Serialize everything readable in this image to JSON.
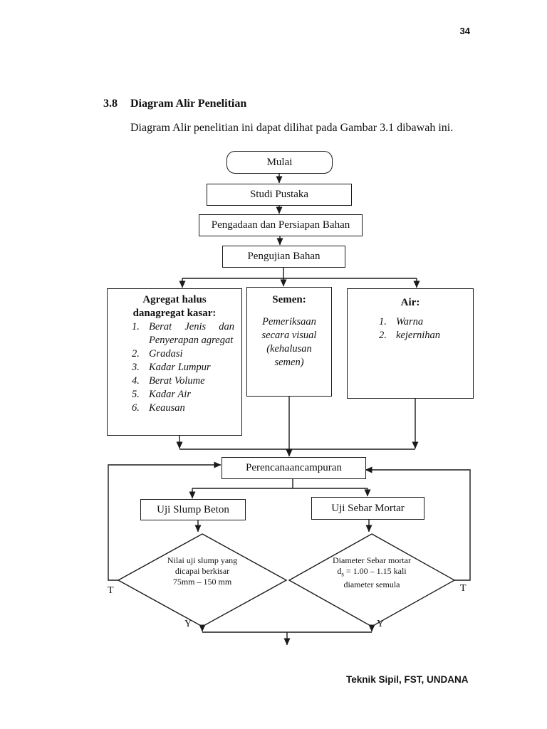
{
  "page": {
    "number": "34",
    "heading": {
      "number": "3.8",
      "title": "Diagram Alir Penelitian"
    },
    "intro": "Diagram Alir penelitian ini dapat dilihat pada Gambar 3.1 dibawah ini.",
    "footer": "Teknik Sipil, FST, UNDANA"
  },
  "colors": {
    "ink": "#111111"
  },
  "flowchart": {
    "nodes": {
      "mulai": "Mulai",
      "studi_pustaka": "Studi Pustaka",
      "pengadaan": "Pengadaan dan Persiapan Bahan",
      "pengujian": "Pengujian Bahan",
      "perencanaan": "Perencanaancampuran",
      "uji_slump": "Uji Slump Beton",
      "uji_sebar": "Uji Sebar Mortar"
    },
    "agregat": {
      "title_line1": "Agregat halus",
      "title_line2": "danagregat kasar:",
      "items": [
        {
          "n": "1.",
          "t": "Berat Jenis dan Penyerapan agregat"
        },
        {
          "n": "2.",
          "t": "Gradasi"
        },
        {
          "n": "3.",
          "t": "Kadar Lumpur"
        },
        {
          "n": "4.",
          "t": "Berat Volume"
        },
        {
          "n": "5.",
          "t": "Kadar Air"
        },
        {
          "n": "6.",
          "t": "Keausan"
        }
      ]
    },
    "semen": {
      "title": "Semen:",
      "body": "Pemeriksaan secara visual (kehalusan semen)"
    },
    "air": {
      "title": "Air:",
      "items": [
        {
          "n": "1.",
          "t": "Warna"
        },
        {
          "n": "2.",
          "t": "kejernihan"
        }
      ]
    },
    "decision_slump": {
      "line1": "Nilai uji slump yang",
      "line2": "dicapai berkisar",
      "line3": "75mm – 150 mm"
    },
    "decision_sebar": {
      "line1": "Diameter Sebar mortar",
      "line2_pre": "d",
      "line2_sub": "s",
      "line2_post": " = 1.00 – 1.15 kali",
      "line3": "diameter semula"
    },
    "labels": {
      "no": "T",
      "yes": "Y"
    }
  }
}
